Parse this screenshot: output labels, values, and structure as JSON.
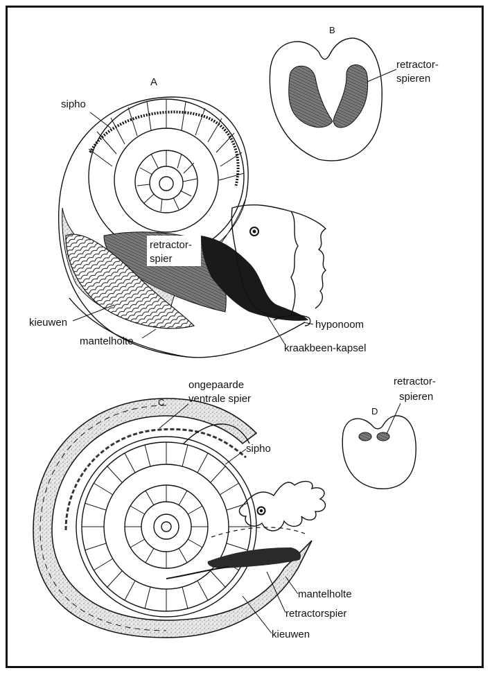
{
  "panels": {
    "A": {
      "letter": "A",
      "labels": {
        "sipho": "sipho",
        "retractor_1": "retractor-",
        "retractor_2": "spier",
        "kieuwen": "kieuwen",
        "mantelholte": "mantelholte",
        "hyponoom": "hyponoom",
        "kraakbeen": "kraakbeen-kapsel"
      }
    },
    "B": {
      "letter": "B",
      "labels": {
        "line1": "retractor-",
        "line2": "spieren"
      }
    },
    "C": {
      "letter": "C",
      "labels": {
        "ongepaarde_1": "ongepaarde",
        "ongepaarde_2": "ventrale spier",
        "sipho": "sipho",
        "mantelholte": "mantelholte",
        "retractorspier": "retractorspier",
        "kieuwen": "kieuwen"
      }
    },
    "D": {
      "letter": "D",
      "labels": {
        "line1": "retractor-",
        "line2": "spieren"
      }
    }
  },
  "colors": {
    "ink": "#111111",
    "stipple": "#8a8a8a",
    "dark_tissue": "#222222"
  }
}
